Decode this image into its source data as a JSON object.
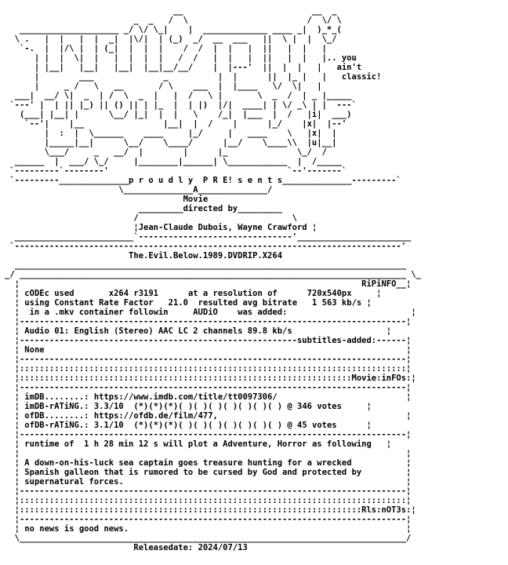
{
  "nfo": {
    "lines": [
      "                                  _                           ___",
      "                             __ / \\       __               _/ \\_",
      "                            /  V   \\  _  /  \\___________  /  _  \\",
      "   _________   _______     |  ___   |/ \\|  ________   /  | (_) |__",
      "  |  ___    |_|  _  ||____|  | __|  |   | |   ___/  /  /       ( \\",
      "  |_|  |   __   | | ||    |  |(___) |  | |  | |_   /  /  ___   _  \\",
      "       |  |  |  | | ||    |  |      | _| |  |___|  |_/  |   | |  | |",
      "       |  |  |__|_| ||    |  |  _   |(_| |      |  |   _ |   | |  | |",
      "       |  |         ||    |  | | |  |  | |      |  |  | ||   |_|  | |",
      "  ...  |__|_________||____|__| |_|__|__|_|______|__|__|_||________|_|",
      "                                                                      ",
      "                                                                      ",
      "",
      "",
      "",
      "",
      "",
      "",
      "",
      "",
      "",
      "",
      "",
      "",
      "",
      "",
      "",
      "",
      "",
      "",
      "",
      "",
      "",
      "",
      "",
      "",
      "",
      "",
      "",
      "",
      "",
      "",
      "",
      "",
      "",
      "",
      "",
      "",
      "",
      "",
      "",
      "",
      "",
      "",
      "",
      "",
      "",
      "",
      "",
      ""
    ]
  },
  "ascii": {
    "art": [
      "                                  __                          __  _",
      "                          _  _   /  \\                        /  \\/ \\",
      "   ____________________ _/ \\/ \\_|    |  _____________ ____ _|  )_*_(",
      "  \\ .   |  |   |  |  _|  |\\/|  | (_)  _/  __  ___   ||  \\ |  |  \\_/",
      "   `-.  |  |/\\ |  | (_|  |  |  |    /  /  |  |   |  ||   |  |   |",
      "      | |  |  \\|  |   |  |  |  |   /  /   |  |   |  ||   |  |   |.. you",
      "      | |__|   |__|   |__|  |__|__/__/    |  |---'  ||  |  |   |   ain't",
      "      |        ___              _          |  |      ||  |_ |   |   classic!",
      "      |     _ /   \\   __       / \\    ___  |  |____   \\/  \\|   |",
      "  ___|  __/ \\|  _  | /  \\  _  |   |  /   \\ |       \\  _  /  | _ |_____",
      " `---' |  | || |_) || () || | |_  |  | |)  |/|  ____| | \\/ _\\ | |  ---`",
      "   (___| |__| |      \\__/ |_|  |  |   \\    /_|  |___  |  /   |i|  ___)",
      "    `--'|    |__                |__|  |  /    |      |_/    |x|  |--'",
      "        |  :  |  \\______    ____     |_/     |   ____    \\   |x|  |",
      "        |_____|__|      \\__/    \\____/      |__/    \\____\\\\  |u|__|",
      "        \\___/     _   __/  |        |      |_              \\_/  /",
      "  ______  |  ___/ \\_/     |________|______| \\____________  |  /_____",
      " `---------`--------'                                    `--'-------`"
    ],
    "tagline": "p r o u d l y  P R E! s e n t s",
    "present_a": "A",
    "present_movie": "Movie",
    "directed_by": "directed by",
    "directors": "Jean-Claude Dubois, Wayne Crawford",
    "release_name": "The.Evil.Below.1989.DVDRIP.X264",
    "ripinfo_header": "RiPiNFO",
    "codec_label": "cODEc used",
    "codec_value": "x264 r3191",
    "resolution_label": "at a resolution of",
    "resolution_value": "720x540px",
    "crf_label": "using Constant Rate Factor",
    "crf_value": "21.0",
    "bitrate_label": "resulted avg bitrate",
    "bitrate_value": "1 563 kb/s",
    "container_line": "in a .mkv container followin",
    "audio_label": "AUDiO",
    "audio_added": "was added:",
    "audio_track": "Audio 01: English (Stereo) AAC LC 2 channels 89.8 kb/s",
    "subtitles_header": "subtitles-added:",
    "subtitles_value": "None",
    "movie_info_header": "Movie:inFOs",
    "imdb_label": "imDB........:",
    "imdb_value": "https://www.imdb.com/title/tt0097306/",
    "imdb_rating_label": "imDB-rATiNG.:",
    "imdb_rating_value": "3.3/10",
    "imdb_rating_stars": "(*)(*)(*)( )( )( )( )( )( )( )",
    "imdb_votes": "@ 346 votes",
    "ofdb_label": "ofDB........:",
    "ofdb_value": "https://ofdb.de/film/477,",
    "ofdb_rating_label": "ofDB-rATiNG.:",
    "ofdb_rating_value": "3.1/10",
    "ofdb_rating_stars": "(*)(*)(*)( )( )( )( )( )( )( )",
    "ofdb_votes": "@ 45 votes",
    "runtime_line": "runtime of  1 h 28 min 12 s will plot a Adventure, Horror as following",
    "plot_1": "A down-on-his-luck sea captain goes treasure hunting for a wrecked",
    "plot_2": "Spanish galleon that is rumored to be cursed by God and protected by",
    "plot_3": "supernatural forces.",
    "notes_header": "Rls:nOT3s",
    "notes_value": "no news is good news.",
    "release_date_label": "Releasedate:",
    "release_date_value": "2024/07/13"
  }
}
